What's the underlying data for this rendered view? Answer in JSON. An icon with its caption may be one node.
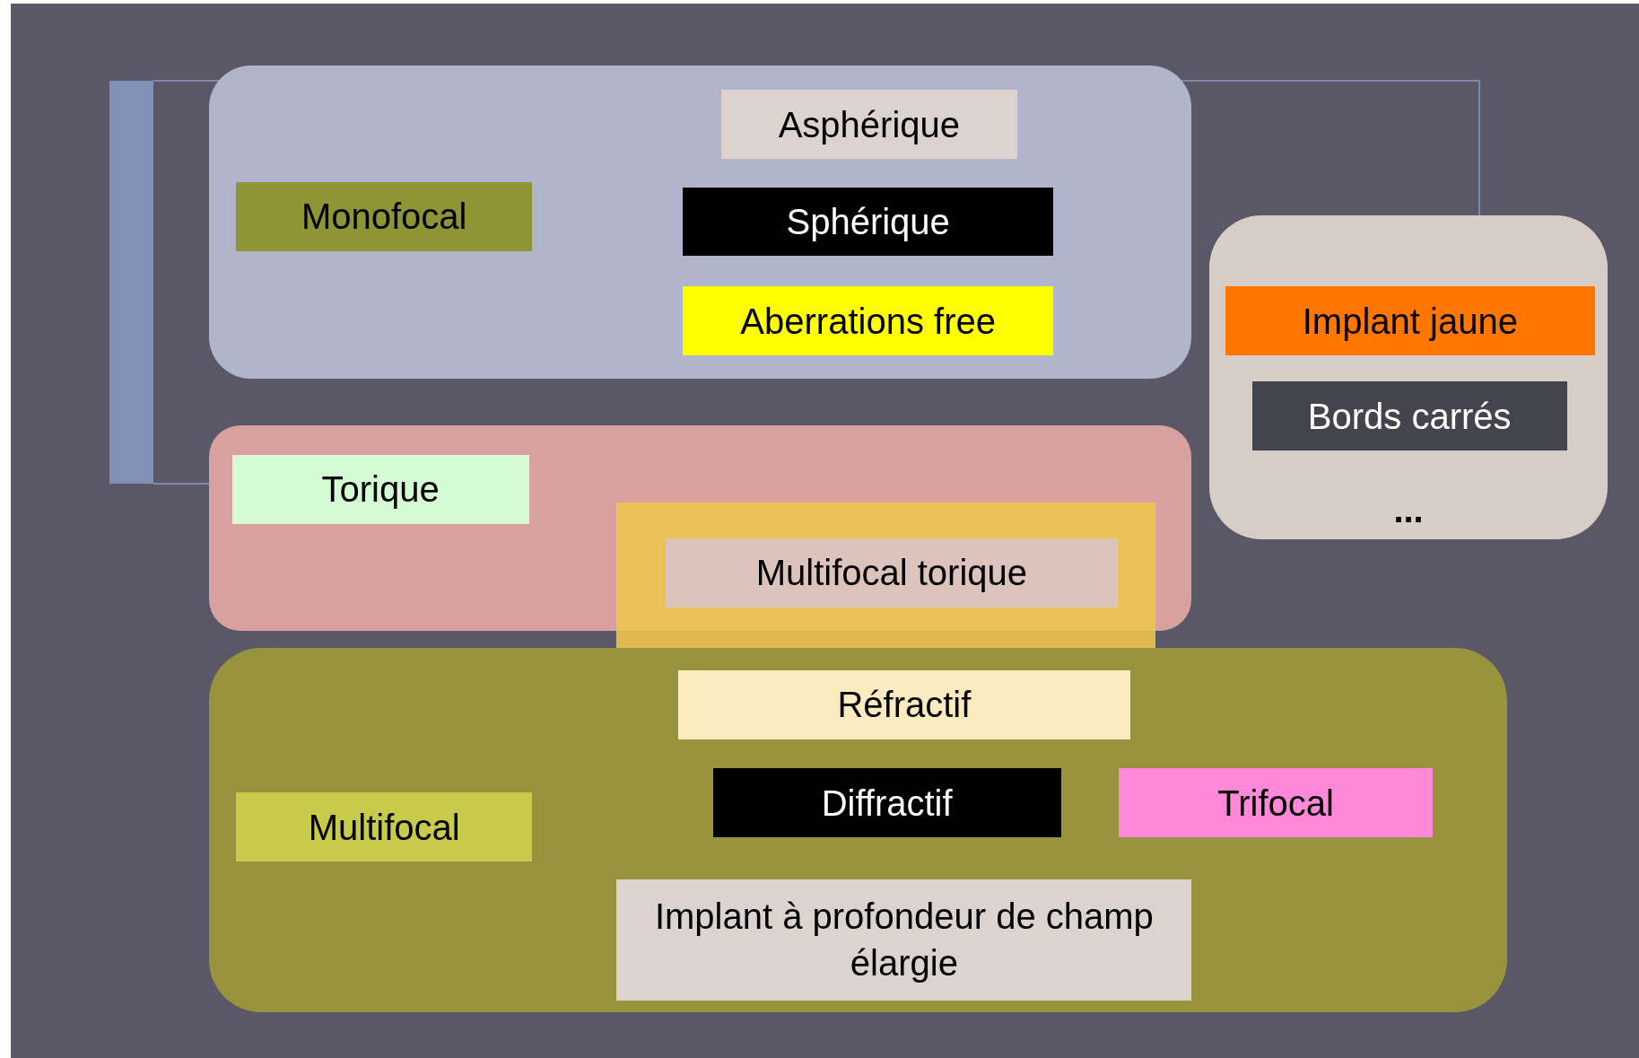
{
  "diagram": {
    "nodes": [
      {
        "text": [],
        "shape": "box"
      },
      {
        "text": [
          "Monofocal"
        ],
        "in": 0
      },
      {
        "text": [
          "Asphérique"
        ],
        "in": 0
      },
      {
        "text": [
          "Sphérique"
        ],
        "in": 0
      },
      {
        "text": [
          "Aberrations free"
        ],
        "in": 0
      },
      {
        "text": [],
        "shape": "box"
      },
      {
        "text": [
          "Torique"
        ],
        "in": 5
      },
      {
        "text": [],
        "shape": "box"
      },
      {
        "text": [
          "Multifocal torique"
        ],
        "in": 7
      },
      {
        "text": [],
        "shape": "box"
      },
      {
        "text": [
          "Réfractif"
        ],
        "in": 9
      },
      {
        "text": [
          "Diffractif"
        ],
        "in": 9
      },
      {
        "text": [
          "Trifocal"
        ],
        "in": 9
      },
      {
        "text": [
          "Multifocal"
        ],
        "in": 9
      },
      {
        "text": [
          "Implant à profondeur de champ élargie"
        ],
        "in": 9
      },
      {
        "text": [],
        "shape": "box"
      },
      {
        "text": [
          "Implant jaune"
        ],
        "in": 15
      },
      {
        "text": [
          "Bords carrés"
        ],
        "in": 15
      },
      {
        "text": [
          "..."
        ],
        "in": 15
      }
    ]
  }
}
